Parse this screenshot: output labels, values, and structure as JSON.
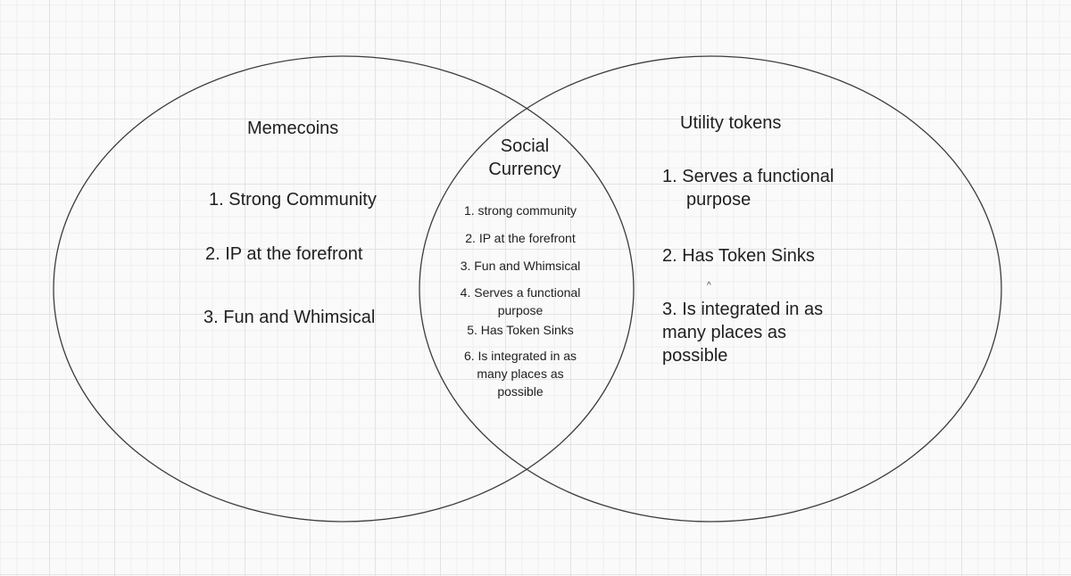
{
  "canvas": {
    "background_color": "#fafafa",
    "grid_minor_color": "#efefef",
    "grid_major_color": "#e3e3e3"
  },
  "venn": {
    "stroke_color": "#3c3c3c",
    "text_color": "#1f1f1f",
    "left_circle": {
      "title": "Memecoins",
      "items": [
        "1. Strong Community",
        "2. IP at the forefront",
        "3. Fun and Whimsical"
      ]
    },
    "intersection": {
      "title": "Social Currency",
      "items": [
        "1. strong community",
        "2. IP at the forefront",
        "3. Fun and Whimsical",
        "4. Serves a functional purpose",
        "5. Has Token Sinks",
        "6. Is integrated in as many places as possible"
      ]
    },
    "right_circle": {
      "title": "Utility tokens",
      "items": [
        "1. Serves a functional purpose",
        "2. Has Token Sinks",
        "3. Is integrated in as many places as possible"
      ]
    },
    "stray_mark": "^"
  }
}
